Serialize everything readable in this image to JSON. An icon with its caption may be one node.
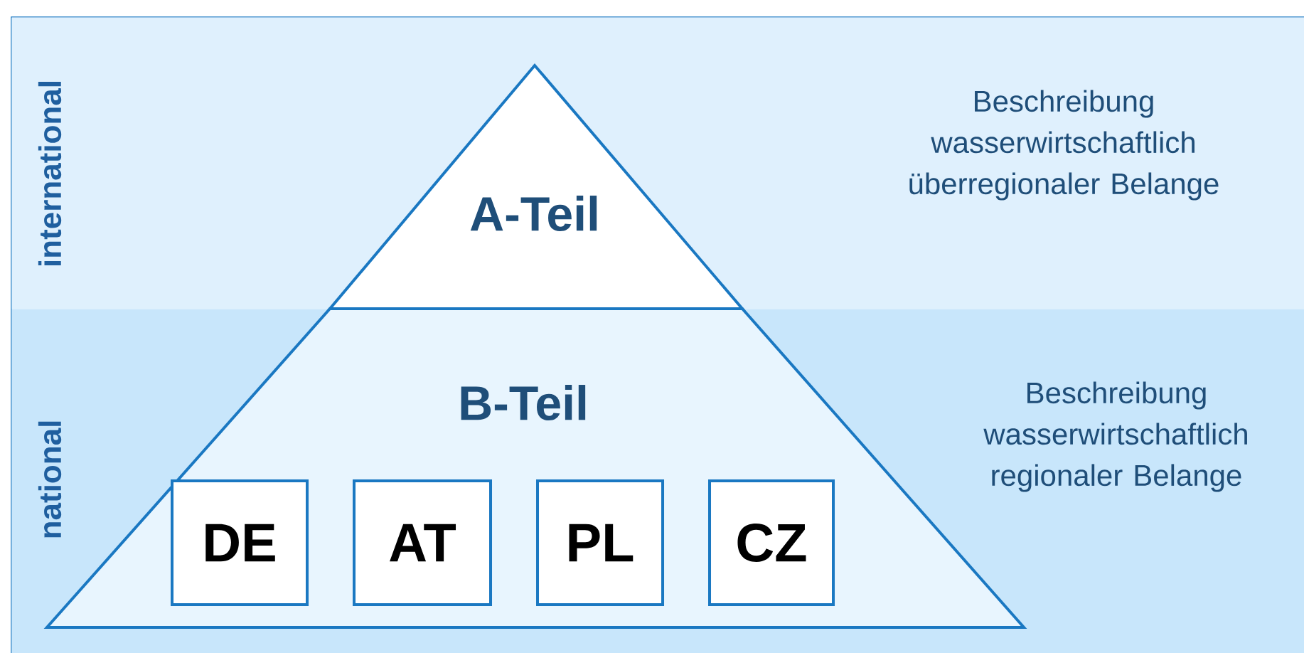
{
  "diagram": {
    "nodes": [
      {
        "text": [
          "international",
          "Beschreibung wasserwirtschaftlich überregionaler Belange"
        ]
      },
      {
        "text": [
          "national",
          "Beschreibung wasserwirtschaftlich regionaler Belange"
        ]
      },
      {
        "text": [
          "A-Teil"
        ],
        "in": 0
      },
      {
        "text": [
          "B-Teil"
        ],
        "in": 1
      },
      {
        "text": [
          "DE"
        ],
        "in": 3
      },
      {
        "text": [
          "AT"
        ],
        "in": 3
      },
      {
        "text": [
          "PL"
        ],
        "in": 3
      },
      {
        "text": [
          "CZ"
        ],
        "in": 3
      }
    ]
  }
}
